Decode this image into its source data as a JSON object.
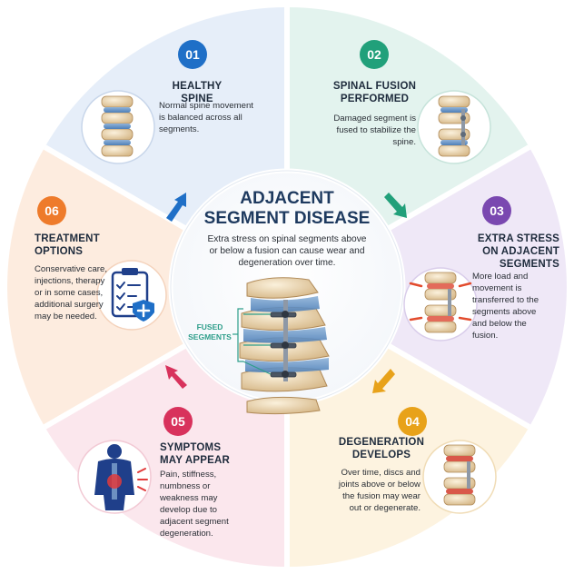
{
  "center": {
    "title_line1": "ADJACENT",
    "title_line2": "SEGMENT DISEASE",
    "description": "Extra stress on spinal segments above or below a fusion can cause wear and degeneration over time.",
    "fused_label_line1": "FUSED",
    "fused_label_line2": "SEGMENTS"
  },
  "steps": [
    {
      "number": "01",
      "title_line1": "HEALTHY SPINE",
      "title_line2": "",
      "description": "Normal spine movement is balanced across all segments.",
      "color": "#1f6fc7",
      "bg": "#e5edf8"
    },
    {
      "number": "02",
      "title_line1": "SPINAL FUSION",
      "title_line2": "PERFORMED",
      "description": "Damaged segment is fused to stabilize the spine.",
      "color": "#21a07a",
      "bg": "#e4f3ee"
    },
    {
      "number": "03",
      "title_line1": "EXTRA STRESS",
      "title_line2": "ON ADJACENT SEGMENTS",
      "description": "More load and movement is transferred to the segments above and below the fusion.",
      "color": "#7a48b0",
      "bg": "#efe8f6"
    },
    {
      "number": "04",
      "title_line1": "DEGENERATION",
      "title_line2": "DEVELOPS",
      "description": "Over time, discs and joints above or below the fusion may wear out or degenerate.",
      "color": "#e8a21a",
      "bg": "#fdf3e1"
    },
    {
      "number": "05",
      "title_line1": "SYMPTOMS",
      "title_line2": "MAY APPEAR",
      "description": "Pain, stiffness, numbness or weakness may develop due to adjacent segment degeneration.",
      "color": "#d8325c",
      "bg": "#fbe7ec"
    },
    {
      "number": "06",
      "title_line1": "TREATMENT",
      "title_line2": "OPTIONS",
      "description": "Conservative care, injections, therapy or in some cases, additional surgery may be needed.",
      "color": "#ee7b2b",
      "bg": "#fdebdf"
    }
  ],
  "icons": [
    "spine-icon",
    "fused-spine-icon",
    "stressed-spine-icon",
    "degenerated-spine-icon",
    "human-body-pain-icon",
    "treatment-clipboard-icon",
    "arrow-icon"
  ]
}
